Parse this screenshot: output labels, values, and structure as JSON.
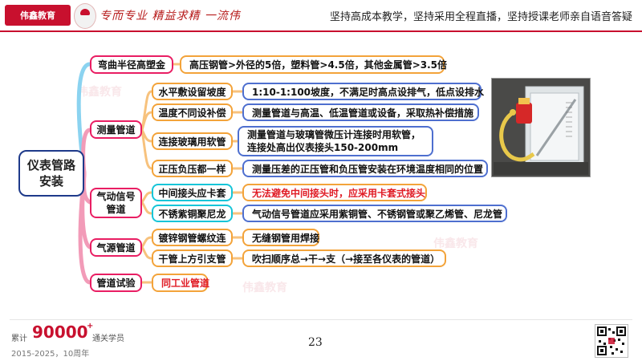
{
  "header": {
    "logo_text": "伟鑫教育",
    "slogan": "专而专业 精益求精 一流伟",
    "tagline": "坚持高成本教学，坚持采用全程直播，坚持授课老师亲自语音答疑"
  },
  "mindmap": {
    "root": [
      "仪表管路",
      "安装"
    ],
    "branches": {
      "bend": {
        "title": "弯曲半径高塑金",
        "detail": "高压钢管>外径的5倍，塑料管>4.5倍，其他金属管>3.5倍"
      },
      "measure": {
        "title": "测量管道",
        "items": [
          {
            "label": "水平敷设留坡度",
            "detail": "1:10-1:100坡度，不满足时高点设排气，低点设排水"
          },
          {
            "label": "温度不同设补偿",
            "detail": "测量管道与高温、低温管道或设备，采取热补偿措施"
          },
          {
            "label": "连接玻璃用软管",
            "detail": [
              "测量管道与玻璃管微压计连接时用软管，",
              "连接处高出仪表接头150-200mm"
            ]
          },
          {
            "label": "正压负压都一样",
            "detail": "测量压差的正压管和负压管安装在环境温度相同的位置"
          }
        ]
      },
      "pneumatic": {
        "title": [
          "气动信号",
          "管道"
        ],
        "items": [
          {
            "label": "中间接头应卡套",
            "detail": "无法避免中间接头时，应采用卡套式接头"
          },
          {
            "label": "不锈紫铜聚尼龙",
            "detail": "气动信号管道应采用紫铜管、不锈钢管或聚乙烯管、尼龙管"
          }
        ]
      },
      "air": {
        "title": "气源管道",
        "items": [
          {
            "label": "镀锌钢管螺纹连",
            "detail": "无缝钢管用焊接"
          },
          {
            "label": "干管上方引支管",
            "detail": "吹扫顺序总→干→支（→接至各仪表的管道）"
          }
        ]
      },
      "test": {
        "title": "管道试验",
        "detail": "同工业管道"
      }
    }
  },
  "watermark": "伟鑫教育",
  "footer": {
    "prefix": "累计",
    "count": "90000",
    "plus": "+",
    "suffix": "通关学员",
    "years": "2015-2025，10周年",
    "page": "23"
  },
  "colors": {
    "brand": "#c8102e",
    "level1": "#e91e63",
    "level2": "#f3a33a",
    "leaf": "#4e6fcf",
    "cyan": "#16c5d8",
    "highlight_red": "#e01b24"
  }
}
